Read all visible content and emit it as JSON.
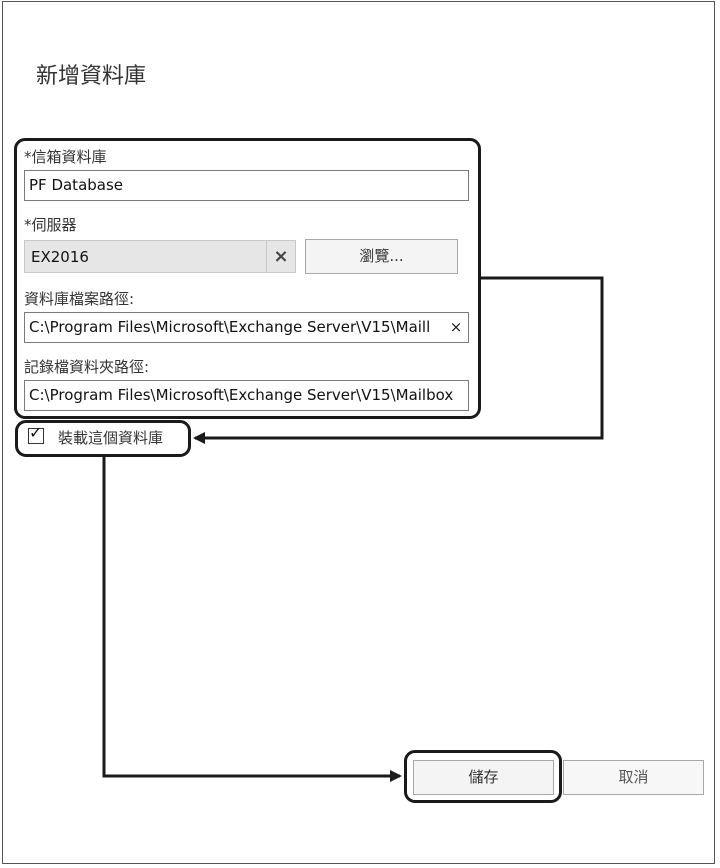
{
  "dialog": {
    "title": "新增資料庫"
  },
  "fields": {
    "mailbox_database_label": "*信箱資料庫",
    "mailbox_database_value": "PF Database",
    "server_label": "*伺服器",
    "server_value": "EX2016",
    "browse_label": "瀏覽...",
    "db_path_label": "資料庫檔案路徑:",
    "db_path_value": "C:\\Program Files\\Microsoft\\Exchange Server\\V15\\Maill",
    "log_path_label": "記錄檔資料夾路徑:",
    "log_path_value": "C:\\Program Files\\Microsoft\\Exchange Server\\V15\\Mailbox"
  },
  "mount": {
    "label": "裝載這個資料庫",
    "checked": true
  },
  "buttons": {
    "save_label": "儲存",
    "cancel_label": "取消"
  },
  "icons": {
    "clear": "×",
    "check": "✓"
  }
}
